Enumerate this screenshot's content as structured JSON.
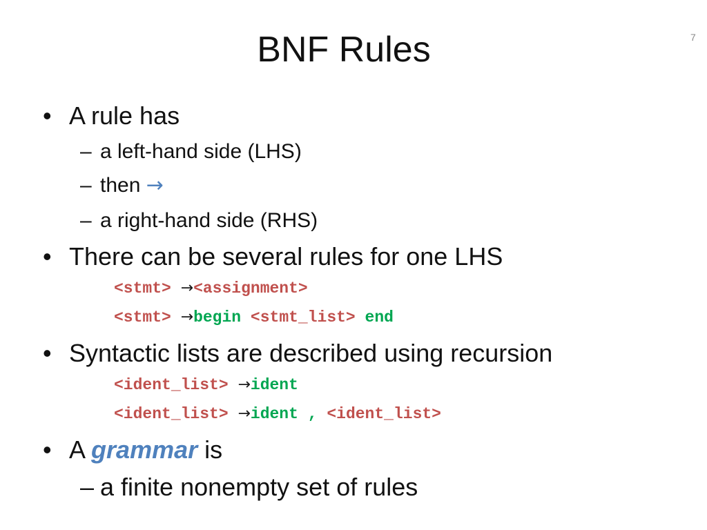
{
  "slide": {
    "title": "BNF Rules",
    "number": "7"
  },
  "bullets": {
    "marker": "•",
    "dash": "–",
    "b1": {
      "text": "A rule has",
      "subs": [
        "a left-hand side (LHS)",
        "then",
        "a right-hand side (RHS)"
      ],
      "arrow": "→"
    },
    "b2": {
      "text": "There can be several rules for one LHS",
      "rule1": {
        "lhs": "<stmt>",
        "arrow": "→",
        "rhs": "<assignment>"
      },
      "rule2": {
        "lhs": "<stmt>",
        "arrow": "→",
        "kw_begin": "begin",
        "nt": "<stmt_list>",
        "kw_end": "end"
      }
    },
    "b3": {
      "text": "Syntactic lists are described using recursion",
      "rule1": {
        "lhs": "<ident_list>",
        "arrow": "→",
        "kw": "ident"
      },
      "rule2": {
        "lhs": "<ident_list>",
        "arrow": "→",
        "kw": "ident",
        "comma": ",",
        "nt": "<ident_list>"
      }
    },
    "b4": {
      "prefix": "A",
      "term": "grammar",
      "suffix": "is",
      "sub": "a finite nonempty set of rules"
    }
  },
  "colors": {
    "arrow": "#4f81bd",
    "nonterminal": "#c0504d",
    "keyword": "#00a651",
    "emphasis": "#4f81bd"
  }
}
